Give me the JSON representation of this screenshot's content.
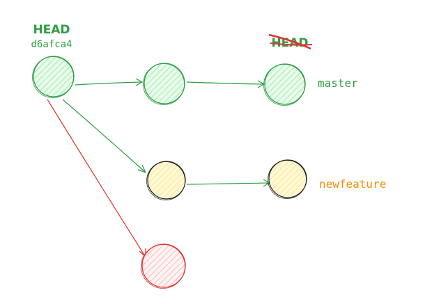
{
  "head_label": "HEAD",
  "head_commit": "d6afca4",
  "stale_head_label": "HEAD",
  "branches": {
    "master": "master",
    "newfeature": "newfeature"
  },
  "colors": {
    "green_stroke": "#2f9e44",
    "green_fill": "#b2f2bb",
    "yellow_stroke": "#1e1e1e",
    "yellow_fill": "#ffec99",
    "red_stroke": "#e03131",
    "red_fill": "#ffc9c9",
    "orange_text": "#f08c00",
    "green_text": "#2f9e44",
    "red_strike": "#e03131"
  }
}
